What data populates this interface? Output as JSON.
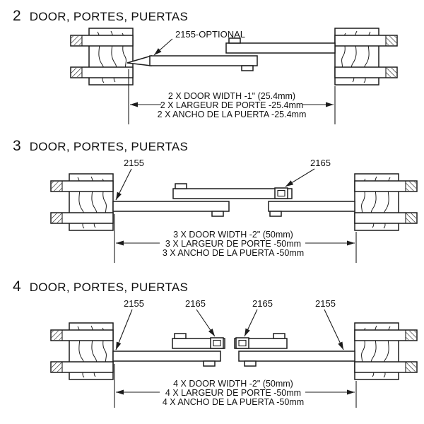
{
  "page": {
    "background": "#ffffff",
    "line_color": "#1c1c1c"
  },
  "sections": [
    {
      "number": "2",
      "title": "DOOR, PORTES, PUERTAS",
      "part_labels": [
        "2155-OPTIONAL"
      ],
      "dimension_lines": [
        "2 X DOOR WIDTH -1\" (25.4mm)",
        "2 X LARGEUR DE PORTE -25.4mm",
        "2 X ANCHO DE LA PUERTA -25.4mm"
      ]
    },
    {
      "number": "3",
      "title": "DOOR, PORTES, PUERTAS",
      "part_labels": [
        "2155",
        "2165"
      ],
      "dimension_lines": [
        "3 X DOOR WIDTH -2\" (50mm)",
        "3 X LARGEUR DE PORTE -50mm",
        "3 X ANCHO DE LA PUERTA -50mm"
      ]
    },
    {
      "number": "4",
      "title": "DOOR, PORTES, PUERTAS",
      "part_labels": [
        "2155",
        "2165",
        "2165",
        "2155"
      ],
      "dimension_lines": [
        "4 X DOOR WIDTH -2\" (50mm)",
        "4 X LARGEUR DE PORTE -50mm",
        "4 X ANCHO DE LA PUERTA -50mm"
      ]
    }
  ]
}
